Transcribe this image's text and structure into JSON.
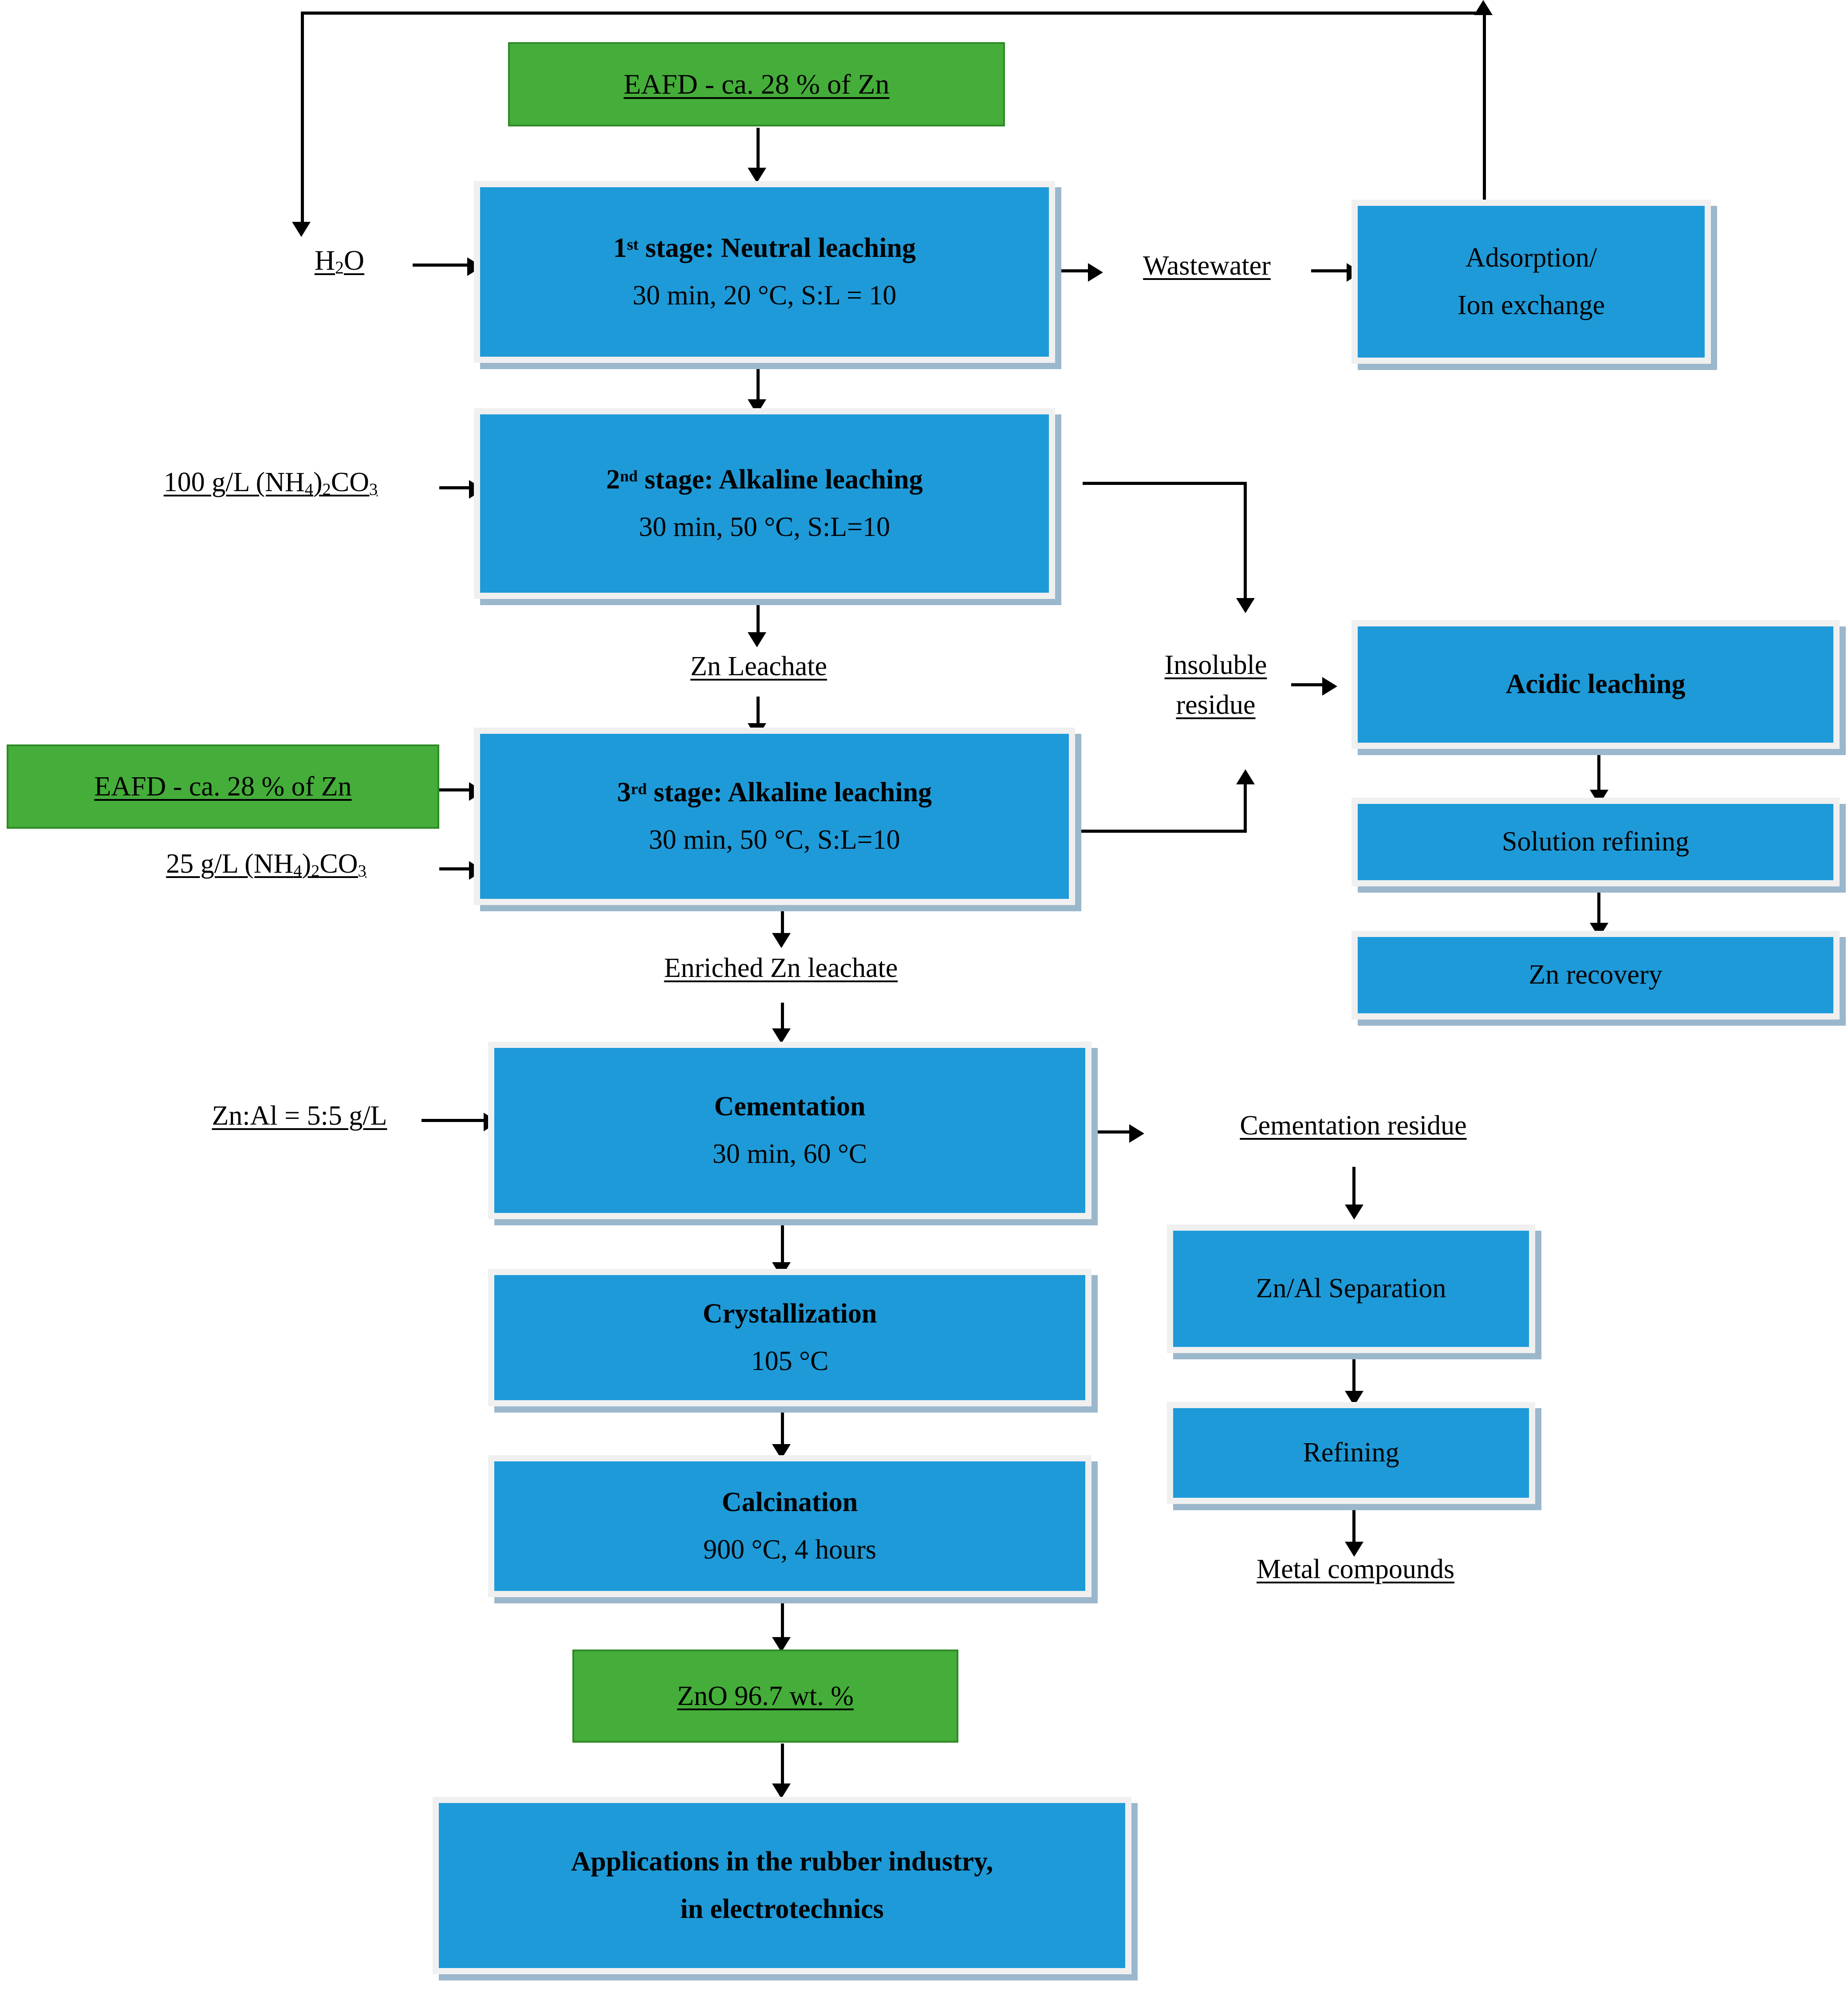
{
  "diagram": {
    "title": "EAFD zinc recovery process flowsheet",
    "colors": {
      "process_box": "#1E9AD8",
      "material_box": "#45AD3A",
      "material_box_border": "#2F8A27",
      "box_frame": "#F0F0F0",
      "box_shadow": "#9BB7CC",
      "connector": "#000000",
      "background": "#FFFFFF"
    }
  },
  "nodes": {
    "eafd_top": {
      "text": "EAFD - ca. 28 % of Zn",
      "kind": "material"
    },
    "eafd_third": {
      "text": "EAFD - ca. 28 % of Zn",
      "kind": "material"
    },
    "stage1": {
      "title_prefix": "1",
      "title_sup": "st",
      "title_rest": " stage: Neutral leaching",
      "detail": "30 min, 20 °C, S:L = 10",
      "kind": "process"
    },
    "stage2": {
      "title_prefix": "2",
      "title_sup": "nd",
      "title_rest": " stage: Alkaline leaching",
      "detail": "30 min, 50 °C, S:L=10",
      "kind": "process"
    },
    "stage3": {
      "title_prefix": "3",
      "title_sup": "rd",
      "title_rest": " stage: Alkaline leaching",
      "detail": "30 min, 50 °C, S:L=10",
      "kind": "process"
    },
    "adsorption": {
      "line1": "Adsorption/",
      "line2": "Ion exchange",
      "kind": "process"
    },
    "acidic_leaching": {
      "title": "Acidic leaching",
      "kind": "process"
    },
    "solution_refining": {
      "title": "Solution refining",
      "kind": "process"
    },
    "zn_recovery": {
      "title": "Zn recovery",
      "kind": "process"
    },
    "cementation": {
      "title": "Cementation",
      "detail": "30 min, 60 °C",
      "kind": "process"
    },
    "crystallization": {
      "title": "Crystallization",
      "detail": "105 °C",
      "kind": "process"
    },
    "calcination": {
      "title": "Calcination",
      "detail": "900 °C, 4 hours",
      "kind": "process"
    },
    "zno_product": {
      "text": "ZnO 96.7 wt. %",
      "kind": "material"
    },
    "applications": {
      "line1": "Applications in the rubber industry,",
      "line2": "in electrotechnics",
      "kind": "process"
    },
    "zn_al_separation": {
      "title": "Zn/Al Separation",
      "kind": "process"
    },
    "refining": {
      "title": "Refining",
      "kind": "process"
    }
  },
  "labels": {
    "h2o": {
      "pre": "H",
      "sub": "2",
      "post": "O"
    },
    "carbonate_100": {
      "pre": "100 g/L (NH",
      "sub1": "4",
      "mid": ")",
      "sub2": "2",
      "post": "CO",
      "sub3": "3"
    },
    "carbonate_25": {
      "pre": "25 g/L (NH",
      "sub1": "4",
      "mid": ")",
      "sub2": "2",
      "post": "CO",
      "sub3": "3"
    },
    "zn_al_ratio": "Zn:Al = 5:5 g/L",
    "wastewater": "Wastewater",
    "insoluble_line1": "Insoluble",
    "insoluble_line2": "residue",
    "zn_leachate": "Zn Leachate",
    "enriched_zn_leachate": "Enriched Zn leachate",
    "cementation_residue": "Cementation residue",
    "metal_compounds": "Metal compounds"
  }
}
